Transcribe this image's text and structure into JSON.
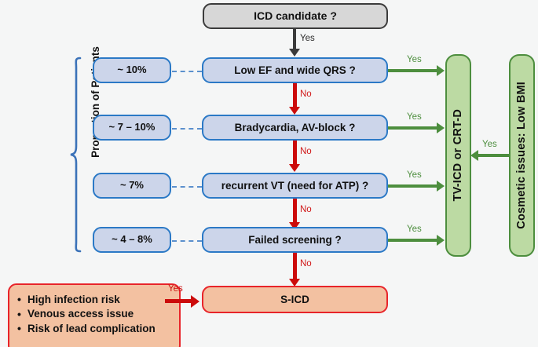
{
  "diagram": {
    "title_node": {
      "label": "ICD candidate ?"
    },
    "side_caption": "Proportion of Patients",
    "decisions": [
      {
        "label": "Low EF and wide QRS ?",
        "percent": "~ 10%",
        "yes": "Yes",
        "no": "No"
      },
      {
        "label": "Bradycardia, AV-block ?",
        "percent": "~ 7 – 10%",
        "yes": "Yes",
        "no": "No"
      },
      {
        "label": "recurrent VT (need for ATP) ?",
        "percent": "~ 7%",
        "yes": "Yes",
        "no": "No"
      },
      {
        "label": "Failed screening ?",
        "percent": "~ 4 – 8%",
        "yes": "Yes",
        "no": "No"
      }
    ],
    "outcome_tvicd": "TV-ICD or CRT-D",
    "outcome_cosmetic": "Cosmetic issues: Low BMI",
    "cosmetic_yes": "Yes",
    "entry_yes": "Yes",
    "sicd": {
      "label": "S-ICD",
      "incoming_no": "No",
      "incoming_yes": "Yes"
    },
    "risk_list": {
      "items": [
        "High infection risk",
        "Venous access issue",
        "Risk of lead complication"
      ],
      "bullet": "•"
    }
  },
  "colors": {
    "background": "#f5f6f6",
    "gray_fill": "#d7d7d7",
    "gray_border": "#3b3b3b",
    "blue_fill": "#ccd5ea",
    "blue_border": "#2b79c6",
    "green_fill": "#bcdaa3",
    "green_border": "#4d8e3e",
    "salmon_fill": "#f3c1a1",
    "red_border": "#e8242a",
    "arrow_red": "#cc0b0b",
    "arrow_green": "#4d8e3e",
    "dash_blue": "#5b90cd"
  }
}
